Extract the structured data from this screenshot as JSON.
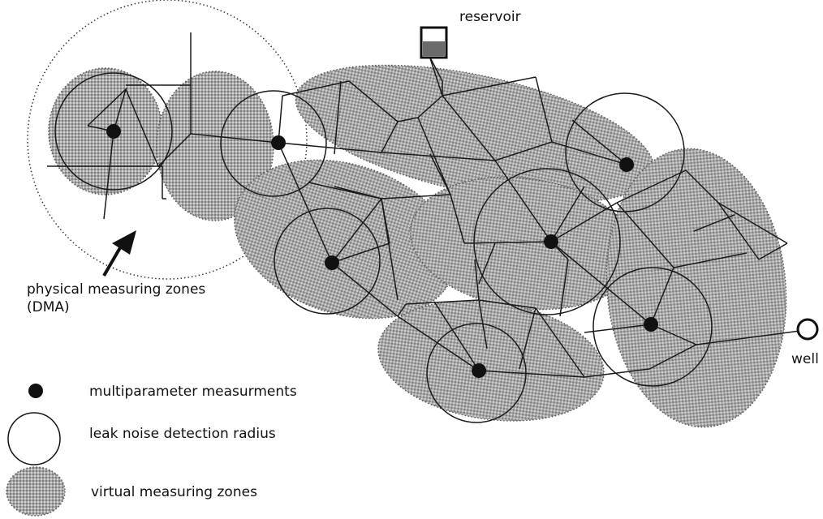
{
  "labels": {
    "reservoir": "reservoir",
    "well": "well",
    "dma": "physical measuring zones\n(DMA)"
  },
  "legend": {
    "multiparameter": "multiparameter measurments",
    "leak_radius": "leak noise detection radius",
    "virtual_zones": "virtual measuring zones"
  },
  "colors": {
    "zone_fill": "#b0b0b0",
    "dot": "#111111",
    "line": "#1a1a1a",
    "reservoir_water": "#6b6b6b"
  },
  "icons": {
    "reservoir": "reservoir-tank-icon",
    "well": "well-icon",
    "arrow": "arrow-icon",
    "measurement_point": "measurement-dot-icon"
  }
}
